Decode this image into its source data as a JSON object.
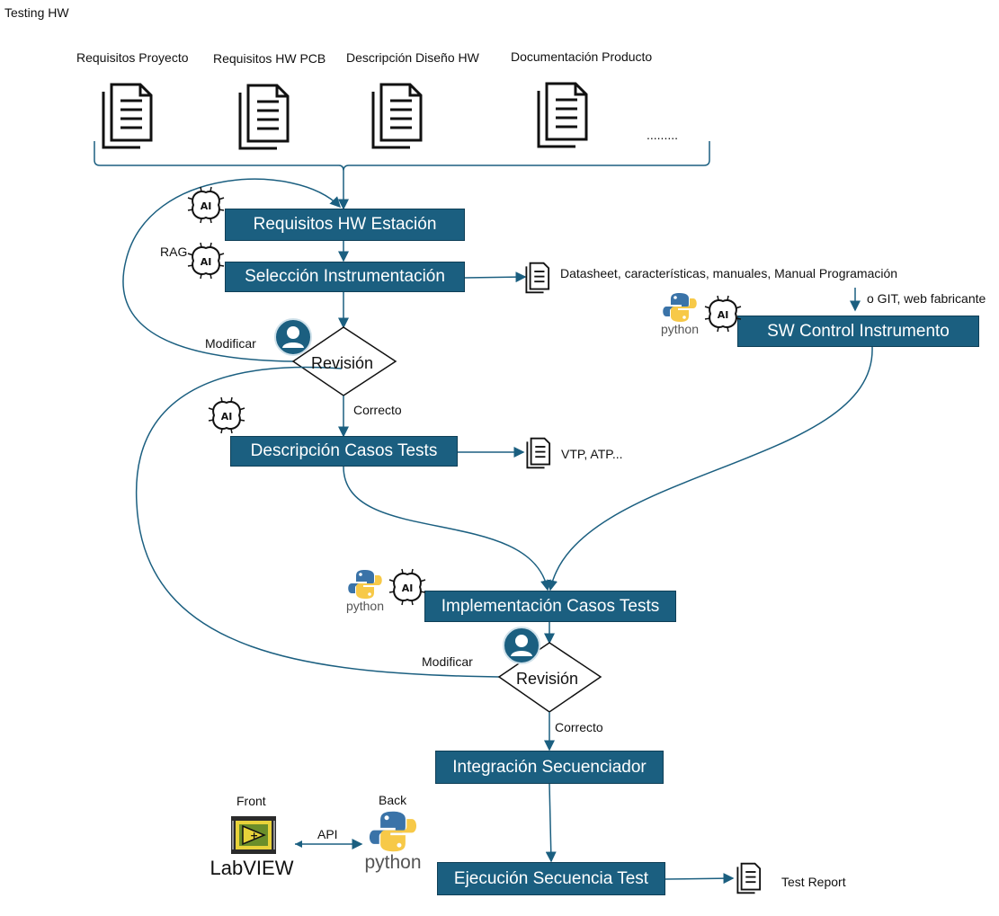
{
  "title": "Testing HW",
  "docs": [
    {
      "label": "Requisitos Proyecto"
    },
    {
      "label": "Requisitos HW PCB"
    },
    {
      "label": "Descripción Diseño HW"
    },
    {
      "label": "Documentación Producto"
    }
  ],
  "docs_more": ".........",
  "boxes": {
    "req_hw": "Requisitos HW Estación",
    "sel_inst": "Selección Instrumentación",
    "sw_control": "SW Control Instrumento",
    "desc_casos": "Descripción Casos Tests",
    "impl_casos": "Implementación Casos Tests",
    "integracion": "Integración Secuenciador",
    "ejecucion": "Ejecución Secuencia Test"
  },
  "labels": {
    "rag": "RAG",
    "datasheet": "Datasheet, características, manuales, Manual Programación",
    "git": "o GIT, web fabricante",
    "modificar1": "Modificar",
    "revision1": "Revisión",
    "correcto1": "Correcto",
    "vtp": "VTP, ATP...",
    "modificar2": "Modificar",
    "revision2": "Revisión",
    "correcto2": "Correcto",
    "front": "Front",
    "back": "Back",
    "api": "API",
    "labview": "LabVIEW",
    "test_report": "Test Report",
    "ai": "AI",
    "python": "python"
  },
  "colors": {
    "box": "#1b5f80",
    "connector": "#1b5f80",
    "python_blue": "#3a73a8",
    "python_yellow": "#f7c948"
  }
}
